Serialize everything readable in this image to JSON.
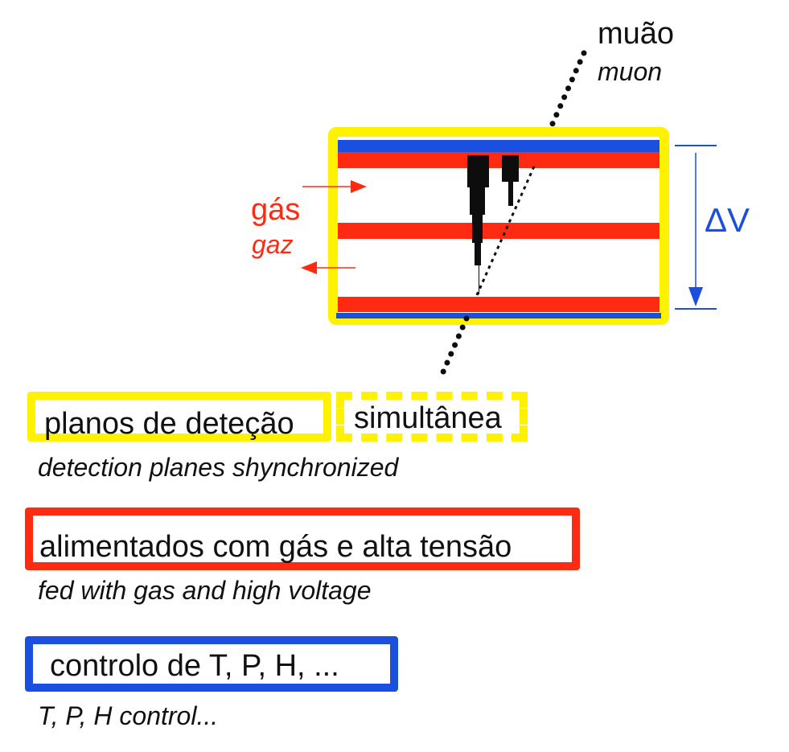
{
  "muon": {
    "pt": "muão",
    "en": "muon"
  },
  "gas": {
    "pt": "gás",
    "en": "gaz"
  },
  "voltage": {
    "label": "ΔV"
  },
  "legend": {
    "yellow": {
      "pt": "planos de deteção",
      "pt_dashed": "simultânea",
      "en": "detection planes shynchronized"
    },
    "red": {
      "pt": "alimentados com gás e alta tensão",
      "en": "fed with gas and high voltage"
    },
    "blue": {
      "pt": "controlo de T, P, H, ...",
      "en": "T, P, H control..."
    }
  },
  "colors": {
    "yellow": "#fff200",
    "red": "#ff2a12",
    "blue": "#1a4fe0",
    "black": "#0d0d0d"
  }
}
